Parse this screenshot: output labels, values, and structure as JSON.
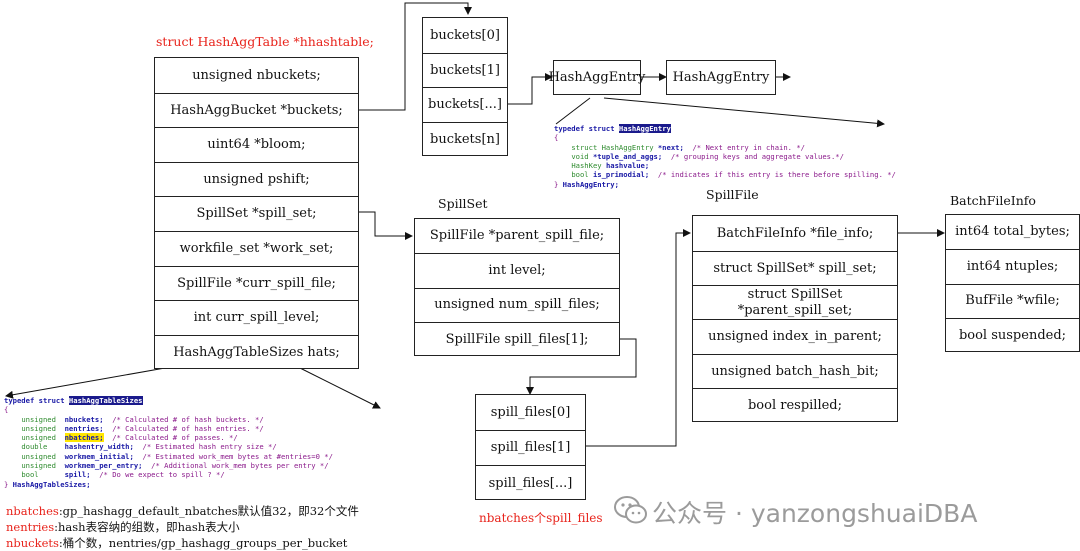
{
  "hashtable": {
    "title": "struct HashAggTable *hhashtable;",
    "fields": [
      "unsigned nbuckets;",
      "HashAggBucket  *buckets;",
      "uint64 *bloom;",
      "unsigned pshift;",
      "SpillSet  *spill_set;",
      "workfile_set *work_set;",
      "SpillFile *curr_spill_file;",
      "int curr_spill_level;",
      "HashAggTableSizes   hats;"
    ]
  },
  "buckets": [
    "buckets[0]",
    "buckets[1]",
    "buckets[...]",
    "buckets[n]"
  ],
  "entries": [
    "HashAggEntry",
    "HashAggEntry"
  ],
  "entry_code": {
    "line1_kw": "typedef struct",
    "line1_name": "HashAggEntry",
    "open": "{",
    "lines": [
      {
        "type": "struct HashAggEntry",
        "field": "*next;",
        "comment": "/* Next entry in chain. */"
      },
      {
        "type": "void",
        "field": "*tuple_and_aggs;",
        "comment": "/* grouping keys and aggregate values.*/"
      },
      {
        "type": "HashKey",
        "field": "hashvalue;",
        "comment": ""
      },
      {
        "type": "bool",
        "field": "is_primodial;",
        "comment": "/* indicates if this entry is there before spilling. */"
      }
    ],
    "close": "}",
    "close_name": "HashAggEntry;"
  },
  "spillset": {
    "title": "SpillSet",
    "fields": [
      "SpillFile *parent_spill_file;",
      "int level;",
      "unsigned num_spill_files;",
      "SpillFile spill_files[1];"
    ]
  },
  "spill_files": [
    "spill_files[0]",
    "spill_files[1]",
    "spill_files[...]"
  ],
  "spill_files_note": "nbatches个spill_files",
  "spillfile": {
    "title": "SpillFile",
    "fields": [
      "BatchFileInfo *file_info;",
      "struct SpillSet* spill_set;",
      "struct SpillSet *parent_spill_set;",
      "unsigned index_in_parent;",
      "unsigned batch_hash_bit;",
      "bool respilled;"
    ]
  },
  "batchfileinfo": {
    "title": "BatchFileInfo",
    "fields": [
      "int64 total_bytes;",
      "int64 ntuples;",
      "BufFile *wfile;",
      "bool suspended;"
    ]
  },
  "sizes_code": {
    "line1_kw": "typedef struct",
    "line1_name": "HashAggTableSizes",
    "open": "{",
    "lines": [
      {
        "type": "unsigned",
        "field": "nbuckets;",
        "comment": "/* Calculated # of hash buckets. */",
        "hl": false
      },
      {
        "type": "unsigned",
        "field": "nentries;",
        "comment": "/* Calculated # of hash entries. */",
        "hl": false
      },
      {
        "type": "unsigned",
        "field": "nbatches;",
        "comment": "/* Calculated # of passes. */",
        "hl": true
      },
      {
        "type": "double",
        "field": "hashentry_width;",
        "comment": "/* Estimated hash entry size */",
        "hl": false
      },
      {
        "type": "unsigned",
        "field": "workmem_initial;",
        "comment": "/* Estimated work_mem bytes at #entries=0 */",
        "hl": false
      },
      {
        "type": "unsigned",
        "field": "workmem_per_entry;",
        "comment": "/* Additional work_mem bytes per entry */",
        "hl": false
      },
      {
        "type": "bool",
        "field": "spill;",
        "comment": "/* Do we expect to spill ? */",
        "hl": false
      }
    ],
    "close": "}",
    "close_name": "HashAggTableSizes;"
  },
  "notes": [
    {
      "key": "nbatches",
      "text": ":gp_hashagg_default_nbatches默认值32，即32个文件"
    },
    {
      "key": "nentries",
      "text": ":hash表容纳的组数，即hash表大小"
    },
    {
      "key": "nbuckets",
      "text": ":桶个数，nentries/gp_hashagg_groups_per_bucket"
    }
  ],
  "watermark": "公众号 · yanzongshuaiDBA",
  "colors": {
    "red": "#e8231b",
    "keyword": "#1a1aa6",
    "comment": "#8b1a8b",
    "type": "#2e8b2e",
    "highlight": "#1a1a8c",
    "yellow": "#ffe600"
  }
}
